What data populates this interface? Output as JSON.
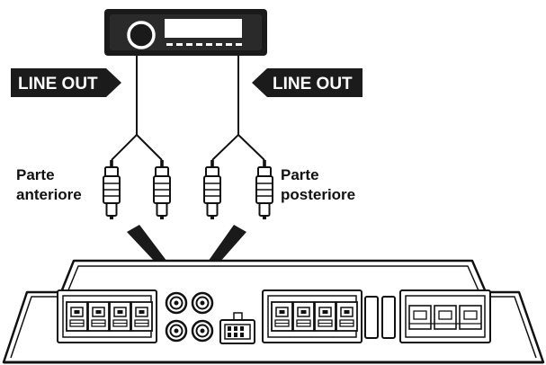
{
  "labels": {
    "line_out_left": "LINE OUT",
    "line_out_right": "LINE OUT",
    "front_line1": "Parte",
    "front_line2": "anteriore",
    "rear_line1": "Parte",
    "rear_line2": "posteriore"
  },
  "colors": {
    "ink": "#111111",
    "tag_fill": "#1b1b1b",
    "background": "#ffffff"
  },
  "icons": {
    "head_unit": "car-stereo-icon",
    "plug": "rca-plug-icon",
    "arrow": "down-arrow-icon",
    "amplifier": "amplifier-icon"
  }
}
